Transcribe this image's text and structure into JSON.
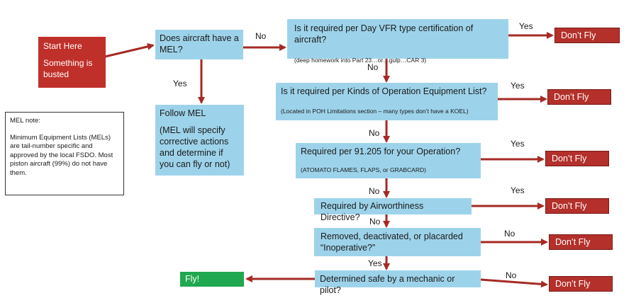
{
  "start": {
    "line1": "Start Here",
    "line2": "Something is busted"
  },
  "mel_question": "Does aircraft have a MEL?",
  "follow_mel": {
    "title": "Follow MEL",
    "body": "(MEL will specify corrective actions and determine if you can fly or not)"
  },
  "mel_note": {
    "title": "MEL note:",
    "body": "Minimum Equipment Lists (MELs) are tail-number specific and approved by the local FSDO. Most piston aircraft (99%) do not have them."
  },
  "questions": [
    {
      "text": "Is it required per Day VFR type certification of aircraft?",
      "sub": "(deep homework into Part 23…or…gulp…CAR 3)"
    },
    {
      "text": "Is it required per Kinds of Operation Equipment List?",
      "sub": "(Located in POH Limitations section – many types don’t have a KOEL)"
    },
    {
      "text": "Required per 91.205 for your Operation?",
      "sub": "(ATOMATO FLAMES, FLAPS, or GRABCARD)"
    },
    {
      "text": "Required by Airworthiness Directive?",
      "sub": ""
    },
    {
      "text": "Removed, deactivated, or placarded “Inoperative?”",
      "sub": ""
    },
    {
      "text": "Determined safe by a mechanic or pilot?",
      "sub": ""
    }
  ],
  "dont_fly": "Don’t Fly",
  "fly": "Fly!",
  "labels": {
    "yes": "Yes",
    "no": "No"
  }
}
